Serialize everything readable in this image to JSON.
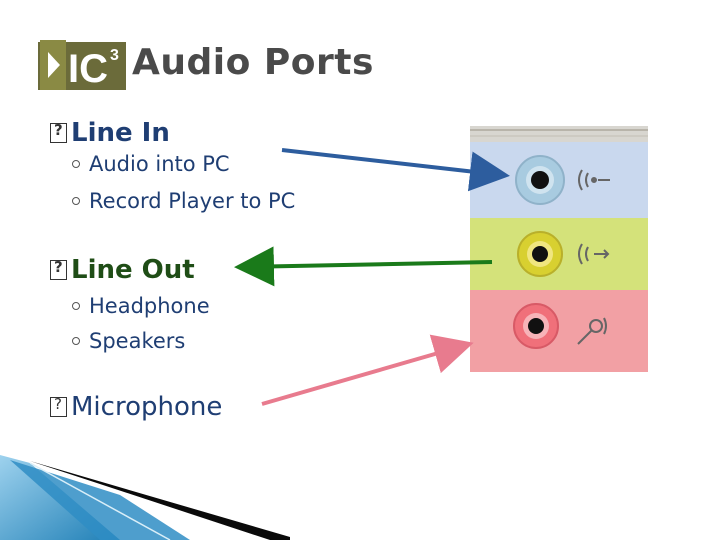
{
  "slide": {
    "title": "Audio Ports",
    "logo_text": "IC",
    "logo_super": "3",
    "bullets": [
      {
        "label": "Line In",
        "color": "#1f3e73",
        "subs": [
          "Audio into PC",
          "Record Player to PC"
        ],
        "arrow_color": "#2d5d9e"
      },
      {
        "label": "Line Out",
        "color": "#1f4d16",
        "subs": [
          "Headphone",
          "Speakers"
        ],
        "arrow_color": "#1a7a1a"
      },
      {
        "label": "Microphone",
        "color": "#1f3e73",
        "subs": [],
        "arrow_color": "#e87b8e"
      }
    ]
  },
  "ports": [
    {
      "name": "line-in",
      "panel_color": "#c9d8ee",
      "jack_color": "#a8cbe0",
      "icon": "line-in-icon"
    },
    {
      "name": "line-out",
      "panel_color": "#d4e27a",
      "jack_color": "#d8d030",
      "icon": "line-out-icon"
    },
    {
      "name": "microphone",
      "panel_color": "#f2a0a4",
      "jack_color": "#f0707a",
      "icon": "microphone-icon"
    }
  ]
}
